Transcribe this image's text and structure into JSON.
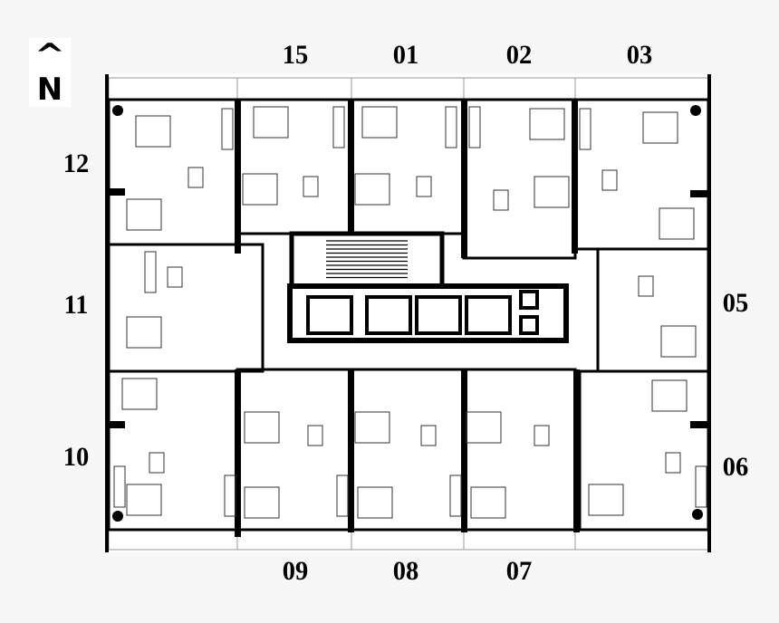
{
  "north_arrow": {
    "symbol": "^",
    "letter": "N"
  },
  "units": {
    "top": [
      "15",
      "01",
      "02",
      "03"
    ],
    "left": [
      "12",
      "11",
      "10"
    ],
    "right": [
      "05",
      "06"
    ],
    "bottom": [
      "09",
      "08",
      "07"
    ]
  },
  "colors": {
    "background": "#f7f7f7",
    "plan": "#ffffff",
    "walls": "#000000"
  }
}
